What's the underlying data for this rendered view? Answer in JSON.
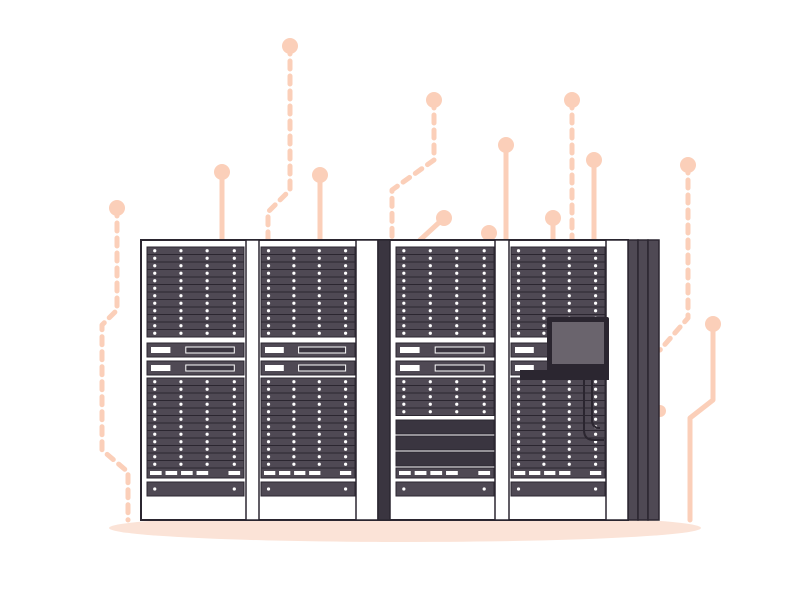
{
  "colors": {
    "background": "#ffffff",
    "circuit_line": "#fbcfb9",
    "floor_shadow": "#fbe3d7",
    "rack_frame": "#ffffff",
    "rack_outline": "#2b2630",
    "rack_panel": "#4f4954",
    "rack_panel_dark": "#3a3540",
    "unit_light": "#ffffff",
    "monitor_screen": "#6a646d",
    "monitor_body": "#2b2630"
  },
  "racks": [
    {
      "name": "rack-1"
    },
    {
      "name": "rack-2"
    },
    {
      "name": "rack-3"
    },
    {
      "name": "rack-4"
    }
  ],
  "icons": {
    "network": "circuit-node-icon",
    "monitor": "monitor-icon",
    "server": "server-rack-icon"
  }
}
